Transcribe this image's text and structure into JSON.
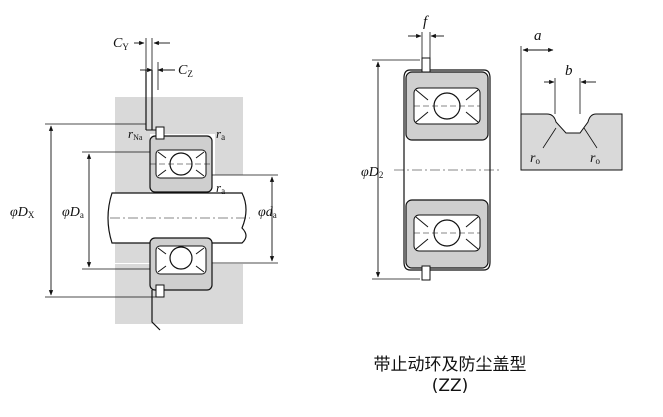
{
  "labels": {
    "cy": "C",
    "cy_sub": "Y",
    "cz": "C",
    "cz_sub": "Z",
    "rna": "r",
    "rna_sub": "Na",
    "ra_top": "r",
    "ra_top_sub": "a",
    "ra_mid": "r",
    "ra_mid_sub": "a",
    "dx": "φD",
    "dx_sub": "X",
    "da_big": "φD",
    "da_big_sub": "a",
    "da_small": "φd",
    "da_small_sub": "a",
    "f": "f",
    "d2": "φD",
    "d2_sub": "2",
    "a": "a",
    "b": "b",
    "ro_left": "r",
    "ro_left_sub": "o",
    "ro_right": "r",
    "ro_right_sub": "o"
  },
  "caption": {
    "line1": "带止动环及防尘盖型",
    "line2": "(ZZ)"
  },
  "colors": {
    "housing_gray": "#d9d9d9",
    "bearing_gray": "#cfcfcf",
    "line": "#111111"
  }
}
